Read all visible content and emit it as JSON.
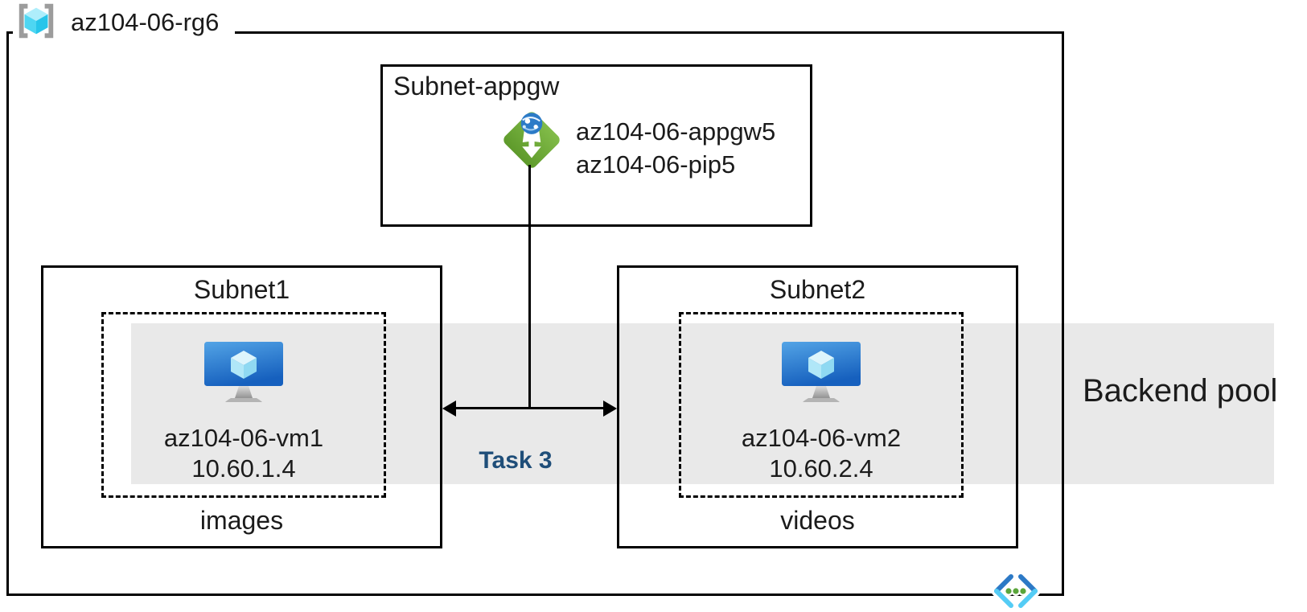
{
  "resource_group": {
    "name": "az104-06-rg6"
  },
  "appgw_subnet": {
    "title": "Subnet-appgw",
    "gateway_name": "az104-06-appgw5",
    "public_ip_name": "az104-06-pip5"
  },
  "subnet1": {
    "title": "Subnet1",
    "vm_name": "az104-06-vm1",
    "vm_ip": "10.60.1.4",
    "caption": "images"
  },
  "subnet2": {
    "title": "Subnet2",
    "vm_name": "az104-06-vm2",
    "vm_ip": "10.60.2.4",
    "caption": "videos"
  },
  "annotations": {
    "backend_pool": "Backend pool",
    "task": "Task 3"
  },
  "icons": {
    "resource_group": "resource-group-icon",
    "application_gateway": "application-gateway-icon",
    "virtual_machine": "virtual-machine-icon",
    "virtual_network": "virtual-network-icon"
  },
  "colors": {
    "band_gray": "#E9E9E9",
    "task_blue": "#1F4E79",
    "appgw_green": "#72AC38",
    "vm_blue_top": "#4FA0E4",
    "vm_blue_bottom": "#1765C0",
    "cube_cyan": "#4ED6F2",
    "vnet_dark_blue": "#2C79C6",
    "vnet_light_cyan": "#54CCF5",
    "vnet_dot_green": "#5AA53B",
    "line_black": "#000000"
  }
}
